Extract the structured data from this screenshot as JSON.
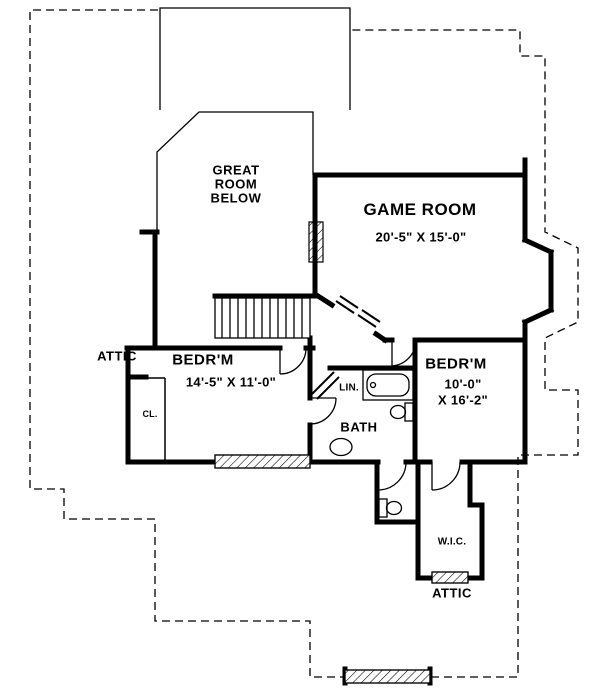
{
  "drawing": {
    "type": "architectural-floor-plan",
    "floor": "second-floor"
  },
  "colors": {
    "line": "#000000",
    "background": "#ffffff"
  },
  "rooms": {
    "great_room": {
      "line1": "GREAT",
      "line2": "ROOM",
      "line3": "BELOW"
    },
    "game_room": {
      "name": "GAME ROOM",
      "dims": "20'-5\" X 15'-0\""
    },
    "attic_left": {
      "name": "ATTIC"
    },
    "bedroom_left": {
      "name": "BEDR'M",
      "dims": "14'-5\" X 11'-0\""
    },
    "bedroom_right": {
      "name": "BEDR'M",
      "dims_line1": "10'-0\"",
      "dims_line2": "X 16'-2\""
    },
    "bath": {
      "name": "BATH"
    },
    "linen": {
      "name": "LIN."
    },
    "closet": {
      "name": "CL."
    },
    "wic": {
      "name": "W.I.C."
    },
    "attic_bottom": {
      "name": "ATTIC"
    }
  }
}
